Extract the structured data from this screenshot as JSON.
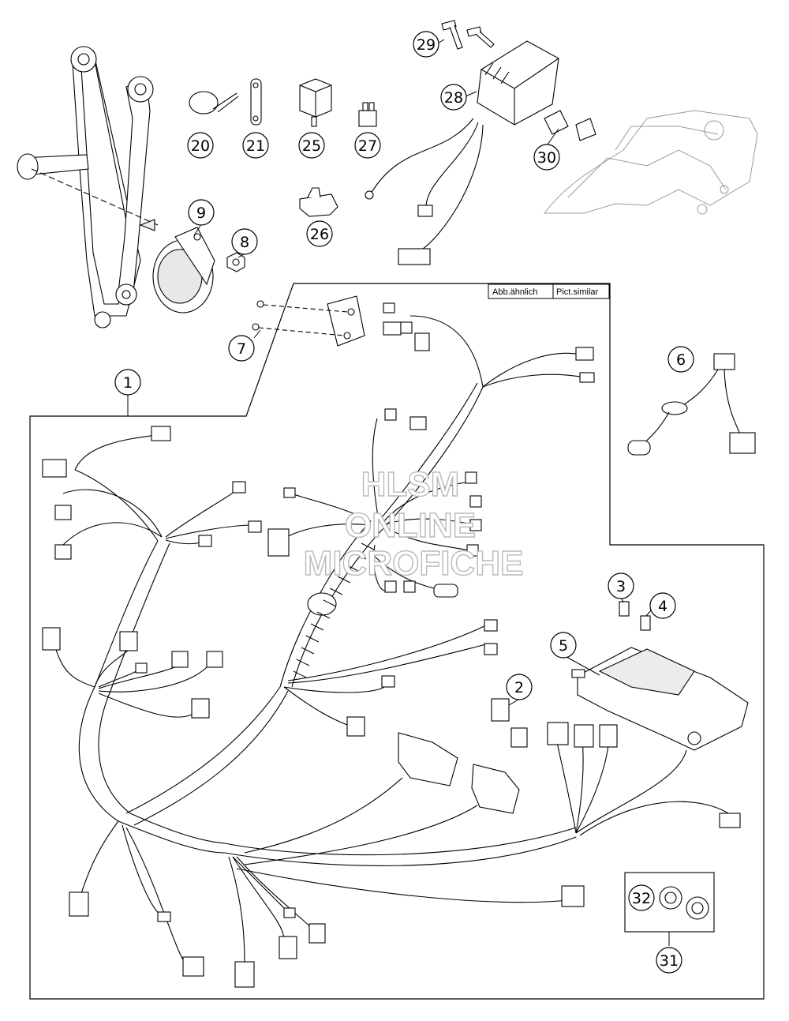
{
  "legend": {
    "german": "Abb.ähnlich",
    "english": "Pict.similar"
  },
  "watermark": {
    "line1": "HLSM",
    "line2": "ONLINE",
    "line3": "MICROFICHE"
  },
  "callouts": {
    "c1": "1",
    "c2": "2",
    "c3": "3",
    "c4": "4",
    "c5": "5",
    "c6": "6",
    "c7": "7",
    "c8": "8",
    "c9": "9",
    "c20": "20",
    "c21": "21",
    "c25": "25",
    "c26": "26",
    "c27": "27",
    "c28": "28",
    "c29": "29",
    "c30": "30",
    "c31": "31",
    "c32": "32"
  }
}
